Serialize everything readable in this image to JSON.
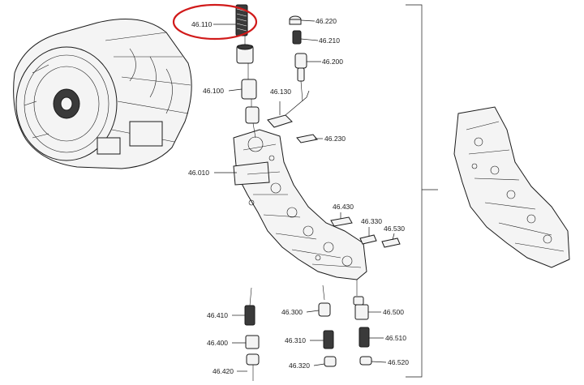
{
  "diagram": {
    "highlight_color": "#d11a1a",
    "highlighted_part": "46.110",
    "labels": {
      "p46110": "46.110",
      "p46100": "46.100",
      "p46130": "46.130",
      "p46220": "46.220",
      "p46210": "46.210",
      "p46200": "46.200",
      "p46230": "46.230",
      "p46010": "46.010",
      "p46430": "46.430",
      "p46330": "46.330",
      "p46530": "46.530",
      "p46410": "46.410",
      "p46400": "46.400",
      "p46420": "46.420",
      "p46300": "46.300",
      "p46310": "46.310",
      "p46320": "46.320",
      "p46500": "46.500",
      "p46510": "46.510",
      "p46520": "46.520"
    }
  }
}
